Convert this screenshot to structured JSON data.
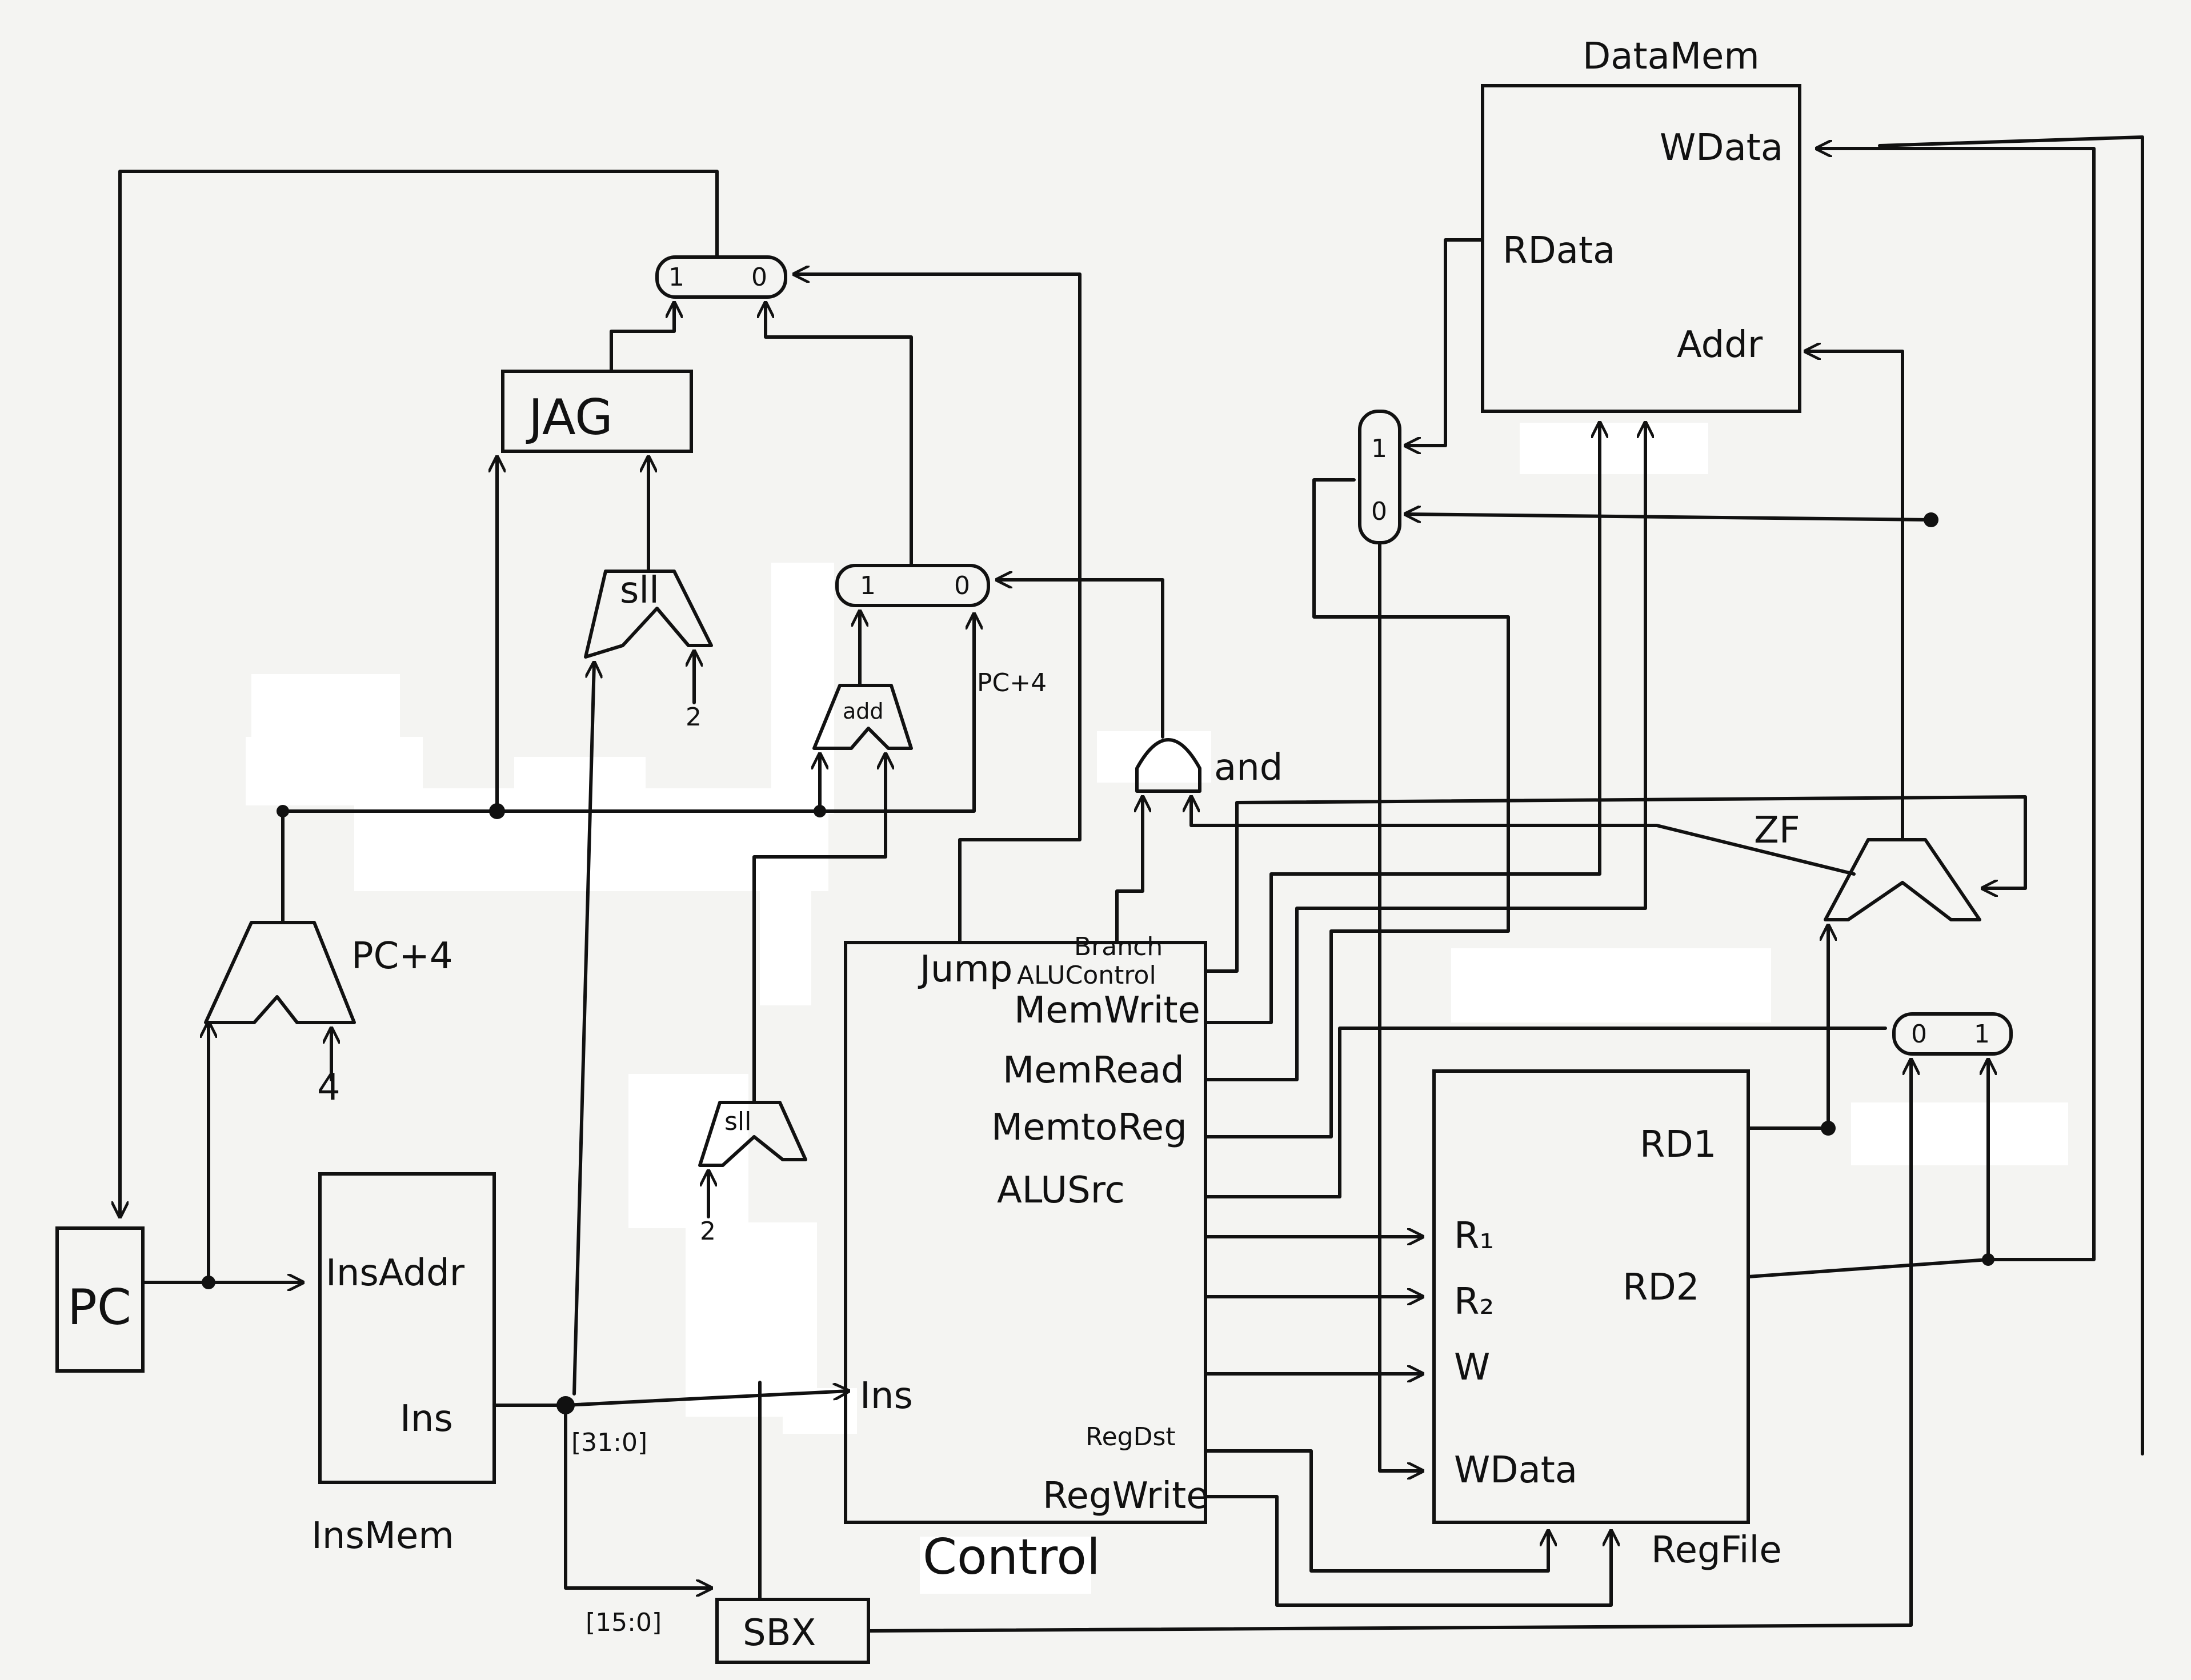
{
  "blocks": {
    "pc": "PC",
    "ins_mem": "InsMem",
    "data_mem": "DataMem",
    "control": "Control",
    "reg_file": "RegFile",
    "jag": "JAG",
    "sbx": "SBX",
    "add": "add",
    "and_gate": "and",
    "sll_top": "sll",
    "sll_bottom": "sll"
  },
  "ports": {
    "ins_addr": "InsAddr",
    "ins": "Ins",
    "control_ins": "Ins",
    "w_data_mem": "WData",
    "r_data": "RData",
    "addr": "Addr",
    "rd1": "RD1",
    "rd2": "RD2",
    "r1": "R₁",
    "r2": "R₂",
    "w": "W",
    "w_data_reg": "WData"
  },
  "control_signals": {
    "jump": "Jump",
    "branch": "Branch",
    "alu_control": "ALUControl",
    "mem_write": "MemWrite",
    "mem_read": "MemRead",
    "mem_to_reg": "MemtoReg",
    "alu_src": "ALUSrc",
    "reg_dst": "RegDst",
    "reg_write": "RegWrite"
  },
  "signals": {
    "pc_plus4_main": "PC+4",
    "pc_plus4_branch": "PC+4",
    "const4": "4",
    "shift_top": "2",
    "shift_bottom": "2",
    "bits_31_0": "[31:0]",
    "bits_15_0": "[15:0]",
    "zf": "ZF"
  },
  "mux_inputs": {
    "top_mux_1": "1",
    "top_mux_0": "0",
    "branch_mux_1": "1",
    "branch_mux_0": "0",
    "mem_mux_1": "1",
    "mem_mux_0": "0",
    "alu_mux_0": "0",
    "alu_mux_1": "1"
  }
}
